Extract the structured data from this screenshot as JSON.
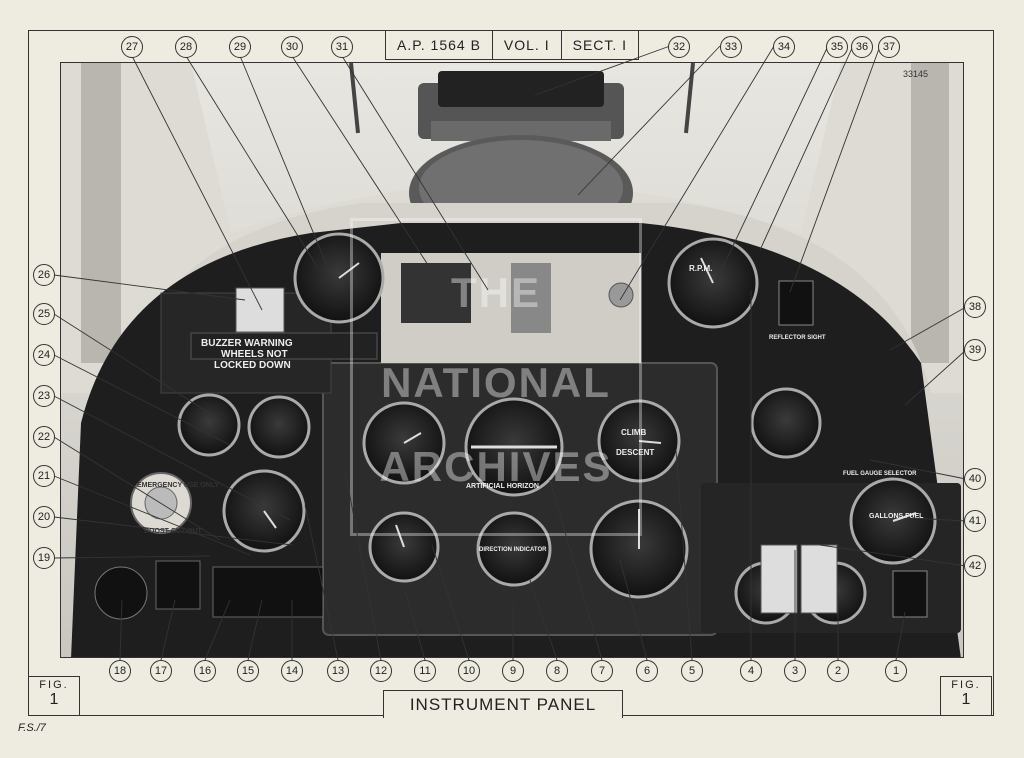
{
  "header": {
    "ref": "A.P. 1564 B",
    "vol": "VOL. I",
    "sect": "SECT. I"
  },
  "figure": {
    "label": "FIG.",
    "number": "1"
  },
  "caption": "INSTRUMENT PANEL",
  "sheet_code": "F.S./7",
  "serial": "33145",
  "watermark": {
    "line1": "THE",
    "line2": "NATIONAL",
    "line3": "ARCHIVES"
  },
  "panel_labels": {
    "buzzer_warning": "BUZZER WARNING",
    "wheels_not": "WHEELS NOT",
    "locked_down": "LOCKED DOWN",
    "emergency": "EMERGENCY USE ONLY",
    "boost": "BOOST CUT-OUT",
    "rpm": "R.P.M.",
    "climb": "CLIMB",
    "descent": "DESCENT",
    "artificial_horizon": "ARTIFICIAL HORIZON",
    "direction_indicator": "DIRECTION INDICATOR",
    "gallons_fuel": "GALLONS FUEL",
    "fuel_gauge_selector": "FUEL GAUGE SELECTOR",
    "reflector_sight": "REFLECTOR SIGHT"
  },
  "callouts": [
    "1",
    "2",
    "3",
    "4",
    "5",
    "6",
    "7",
    "8",
    "9",
    "10",
    "11",
    "12",
    "13",
    "14",
    "15",
    "16",
    "17",
    "18",
    "19",
    "20",
    "21",
    "22",
    "23",
    "24",
    "25",
    "26",
    "27",
    "28",
    "29",
    "30",
    "31",
    "32",
    "33",
    "34",
    "35",
    "36",
    "37",
    "38",
    "39",
    "40",
    "41",
    "42"
  ]
}
